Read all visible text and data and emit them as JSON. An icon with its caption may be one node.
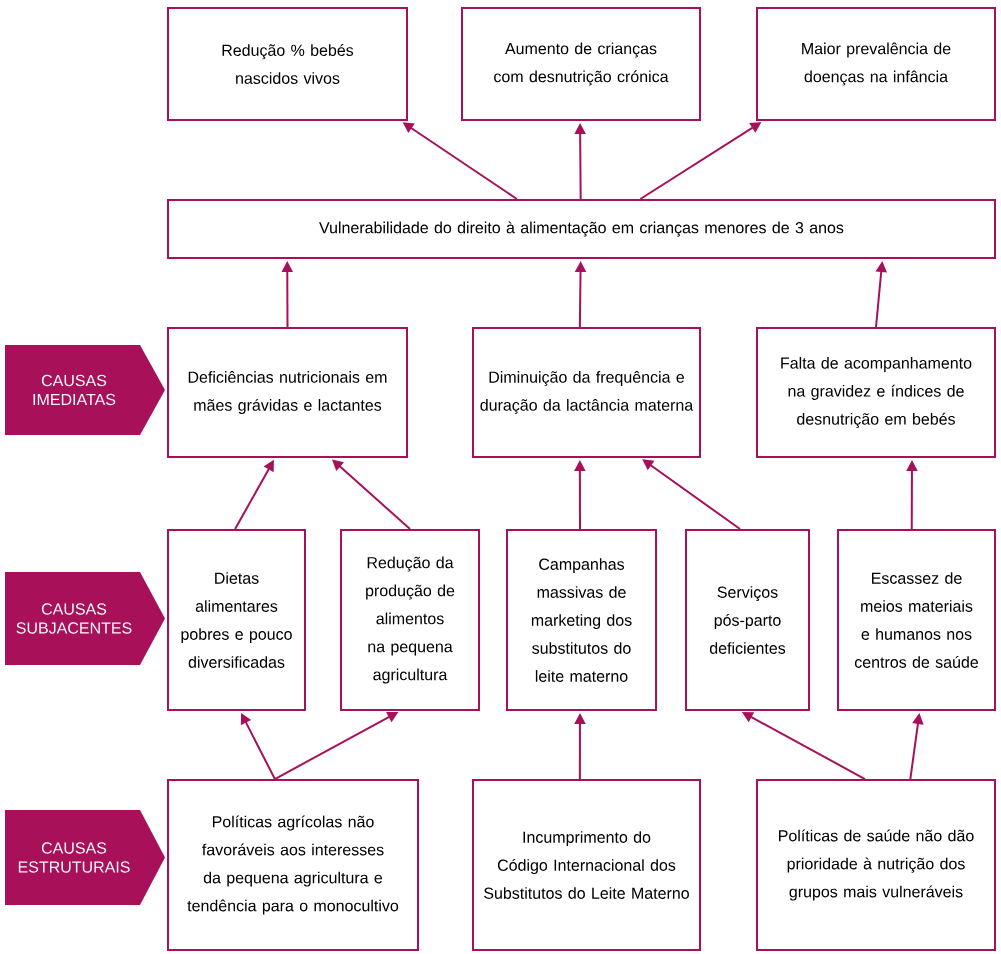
{
  "diagram": {
    "nodes": [
      {
        "text": [
          "Redução % bebés nascidos vivos"
        ]
      },
      {
        "text": [
          "Aumento de crianças com desnutrição crónica"
        ]
      },
      {
        "text": [
          "Maior prevalência de doenças na infância"
        ]
      },
      {
        "text": [
          "Vulnerabilidade do direito à alimentação em crianças menores de 3 anos"
        ]
      },
      {
        "text": [
          "CAUSAS IMEDIATAS"
        ]
      },
      {
        "text": [
          "Deficiências nutricionais em mães grávidas e lactantes"
        ]
      },
      {
        "text": [
          "Diminuição da frequência e duração da lactância materna"
        ]
      },
      {
        "text": [
          "Falta de acompanhamento na gravidez e índices de desnutrição em bebés"
        ]
      },
      {
        "text": [
          "CAUSAS SUBJACENTES"
        ]
      },
      {
        "text": [
          "Dietas alimentares pobres e pouco diversificadas"
        ]
      },
      {
        "text": [
          "Redução da produção de alimentos na pequena agricultura"
        ]
      },
      {
        "text": [
          "Campanhas massivas de marketing dos substitutos do leite materno"
        ]
      },
      {
        "text": [
          "Serviços pós-parto deficientes"
        ]
      },
      {
        "text": [
          "Escassez de meios materiais e humanos nos centros de saúde"
        ]
      },
      {
        "text": [
          "CAUSAS ESTRUTURAIS"
        ]
      },
      {
        "text": [
          "Políticas agrícolas não favoráveis aos interesses da pequena agricultura e tendência para o monocultivo"
        ]
      },
      {
        "text": [
          "Incumprimento do Código Internacional dos Substitutos do Leite Materno"
        ]
      },
      {
        "text": [
          "Políticas de saúde não dão prioridade à nutrição dos grupos mais vulneráveis"
        ]
      }
    ],
    "edges": [
      {
        "from": 3,
        "to": 0,
        "arrow": "to"
      },
      {
        "from": 3,
        "to": 1,
        "arrow": "to"
      },
      {
        "from": 3,
        "to": 2,
        "arrow": "to"
      },
      {
        "from": 5,
        "to": 3,
        "arrow": "to"
      },
      {
        "from": 6,
        "to": 3,
        "arrow": "to"
      },
      {
        "from": 7,
        "to": 3,
        "arrow": "to"
      },
      {
        "from": 9,
        "to": 5,
        "arrow": "to"
      },
      {
        "from": 10,
        "to": 5,
        "arrow": "to"
      },
      {
        "from": 11,
        "to": 6,
        "arrow": "to"
      },
      {
        "from": 12,
        "to": 6,
        "arrow": "to"
      },
      {
        "from": 13,
        "to": 7,
        "arrow": "to"
      },
      {
        "from": 15,
        "to": 9,
        "arrow": "to"
      },
      {
        "from": 15,
        "to": 10,
        "arrow": "to"
      },
      {
        "from": 16,
        "to": 11,
        "arrow": "to"
      },
      {
        "from": 17,
        "to": 12,
        "arrow": "to"
      },
      {
        "from": 17,
        "to": 13,
        "arrow": "to"
      }
    ]
  }
}
